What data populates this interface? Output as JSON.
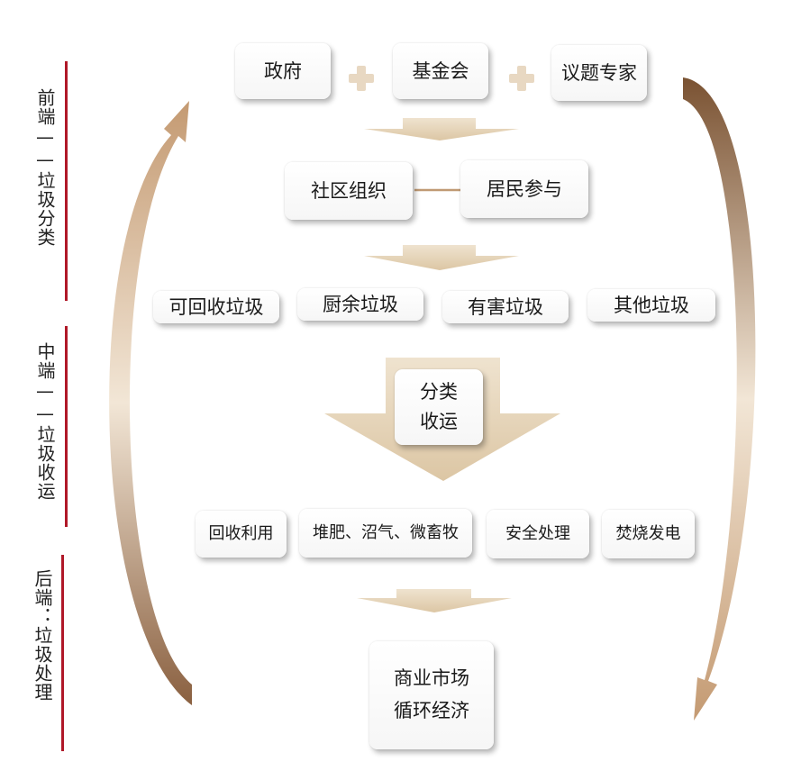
{
  "stages": {
    "front": "前端——垃圾分类",
    "middle": "中端——垃圾收运",
    "back": "后端：垃圾处理"
  },
  "actors": [
    "政府",
    "基金会",
    "议题专家"
  ],
  "community": [
    "社区组织",
    "居民参与"
  ],
  "waste_types": [
    "可回收垃圾",
    "厨余垃圾",
    "有害垃圾",
    "其他垃圾"
  ],
  "sort_transport": [
    "分类",
    "收运"
  ],
  "treatments": [
    "回收利用",
    "堆肥、沼气、微畜牧",
    "安全处理",
    "焚烧发电"
  ],
  "result": [
    "商业市场",
    "循环经济"
  ],
  "colors": {
    "accent_red": "#b01828",
    "arrow_beige": "#e6d5bb",
    "curve_brown": "#a88460",
    "plus": "#e8d8c2"
  }
}
